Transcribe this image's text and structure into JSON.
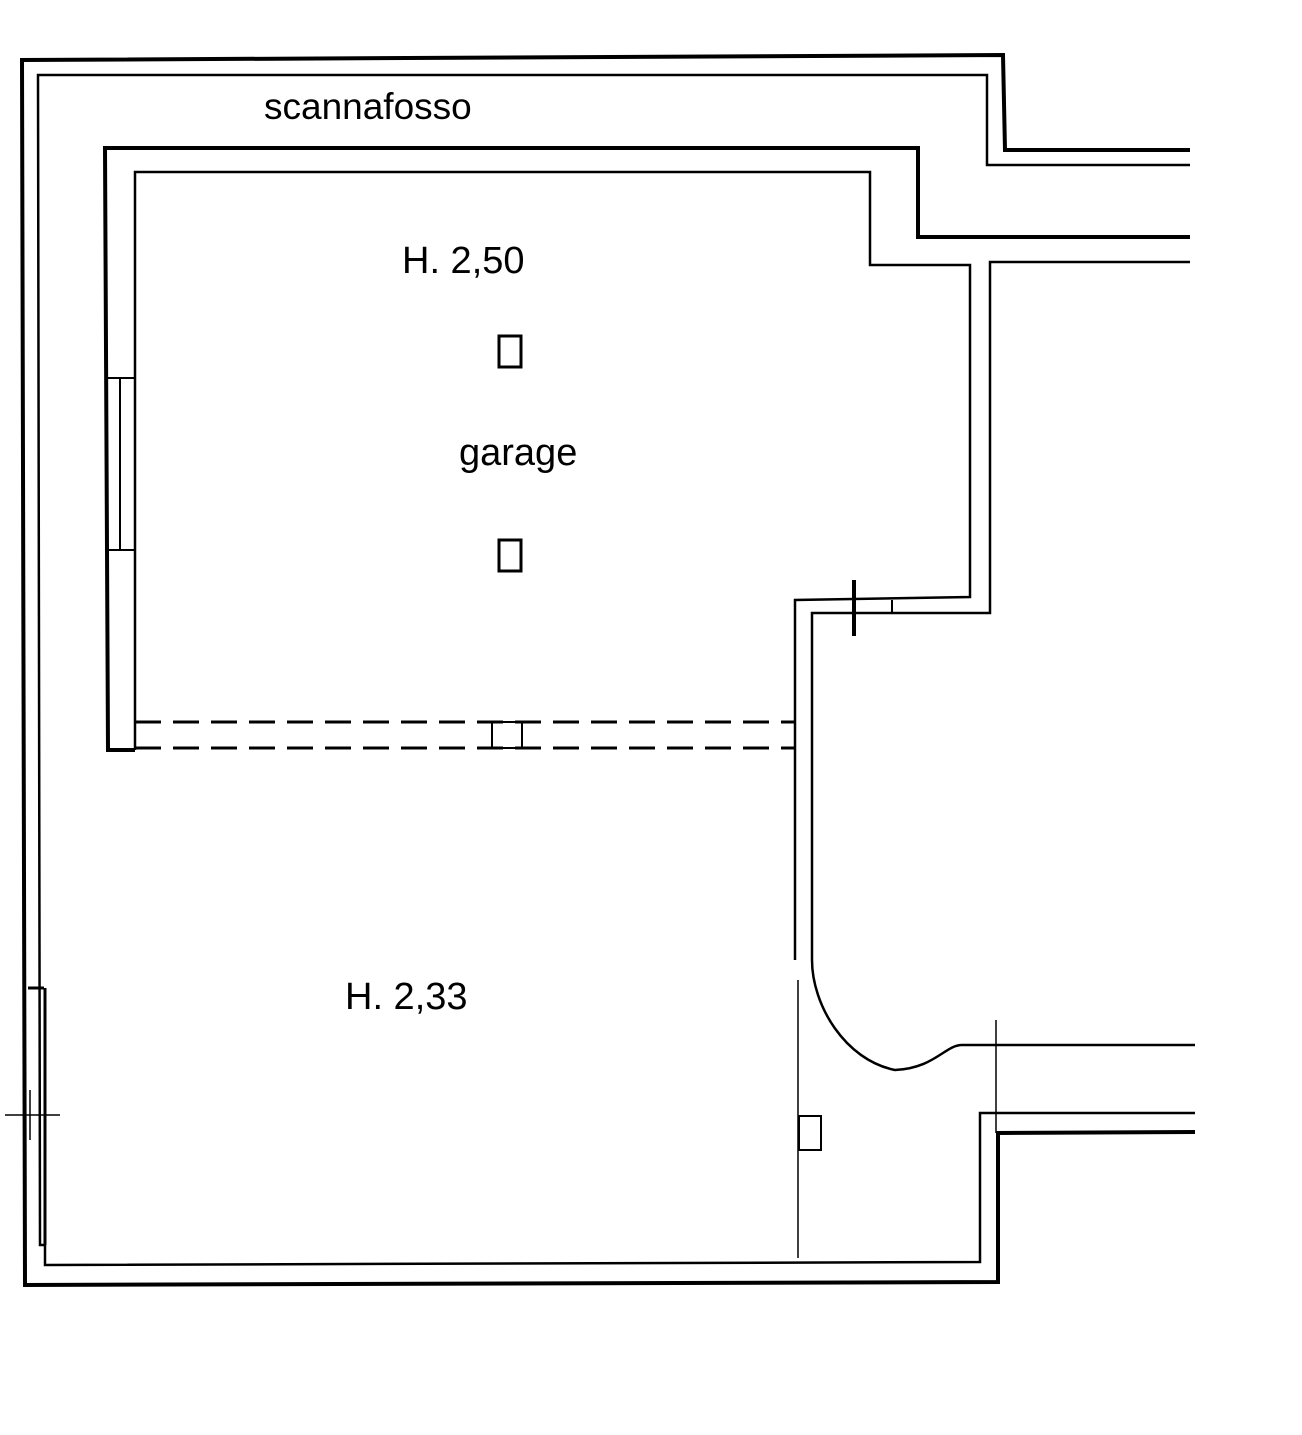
{
  "plan": {
    "labels": {
      "scannafosso": "scannafosso",
      "height_upper": "H. 2,50",
      "room_name": "garage",
      "height_lower": "H. 2,33"
    },
    "colors": {
      "line": "#000000",
      "background": "#ffffff"
    }
  }
}
